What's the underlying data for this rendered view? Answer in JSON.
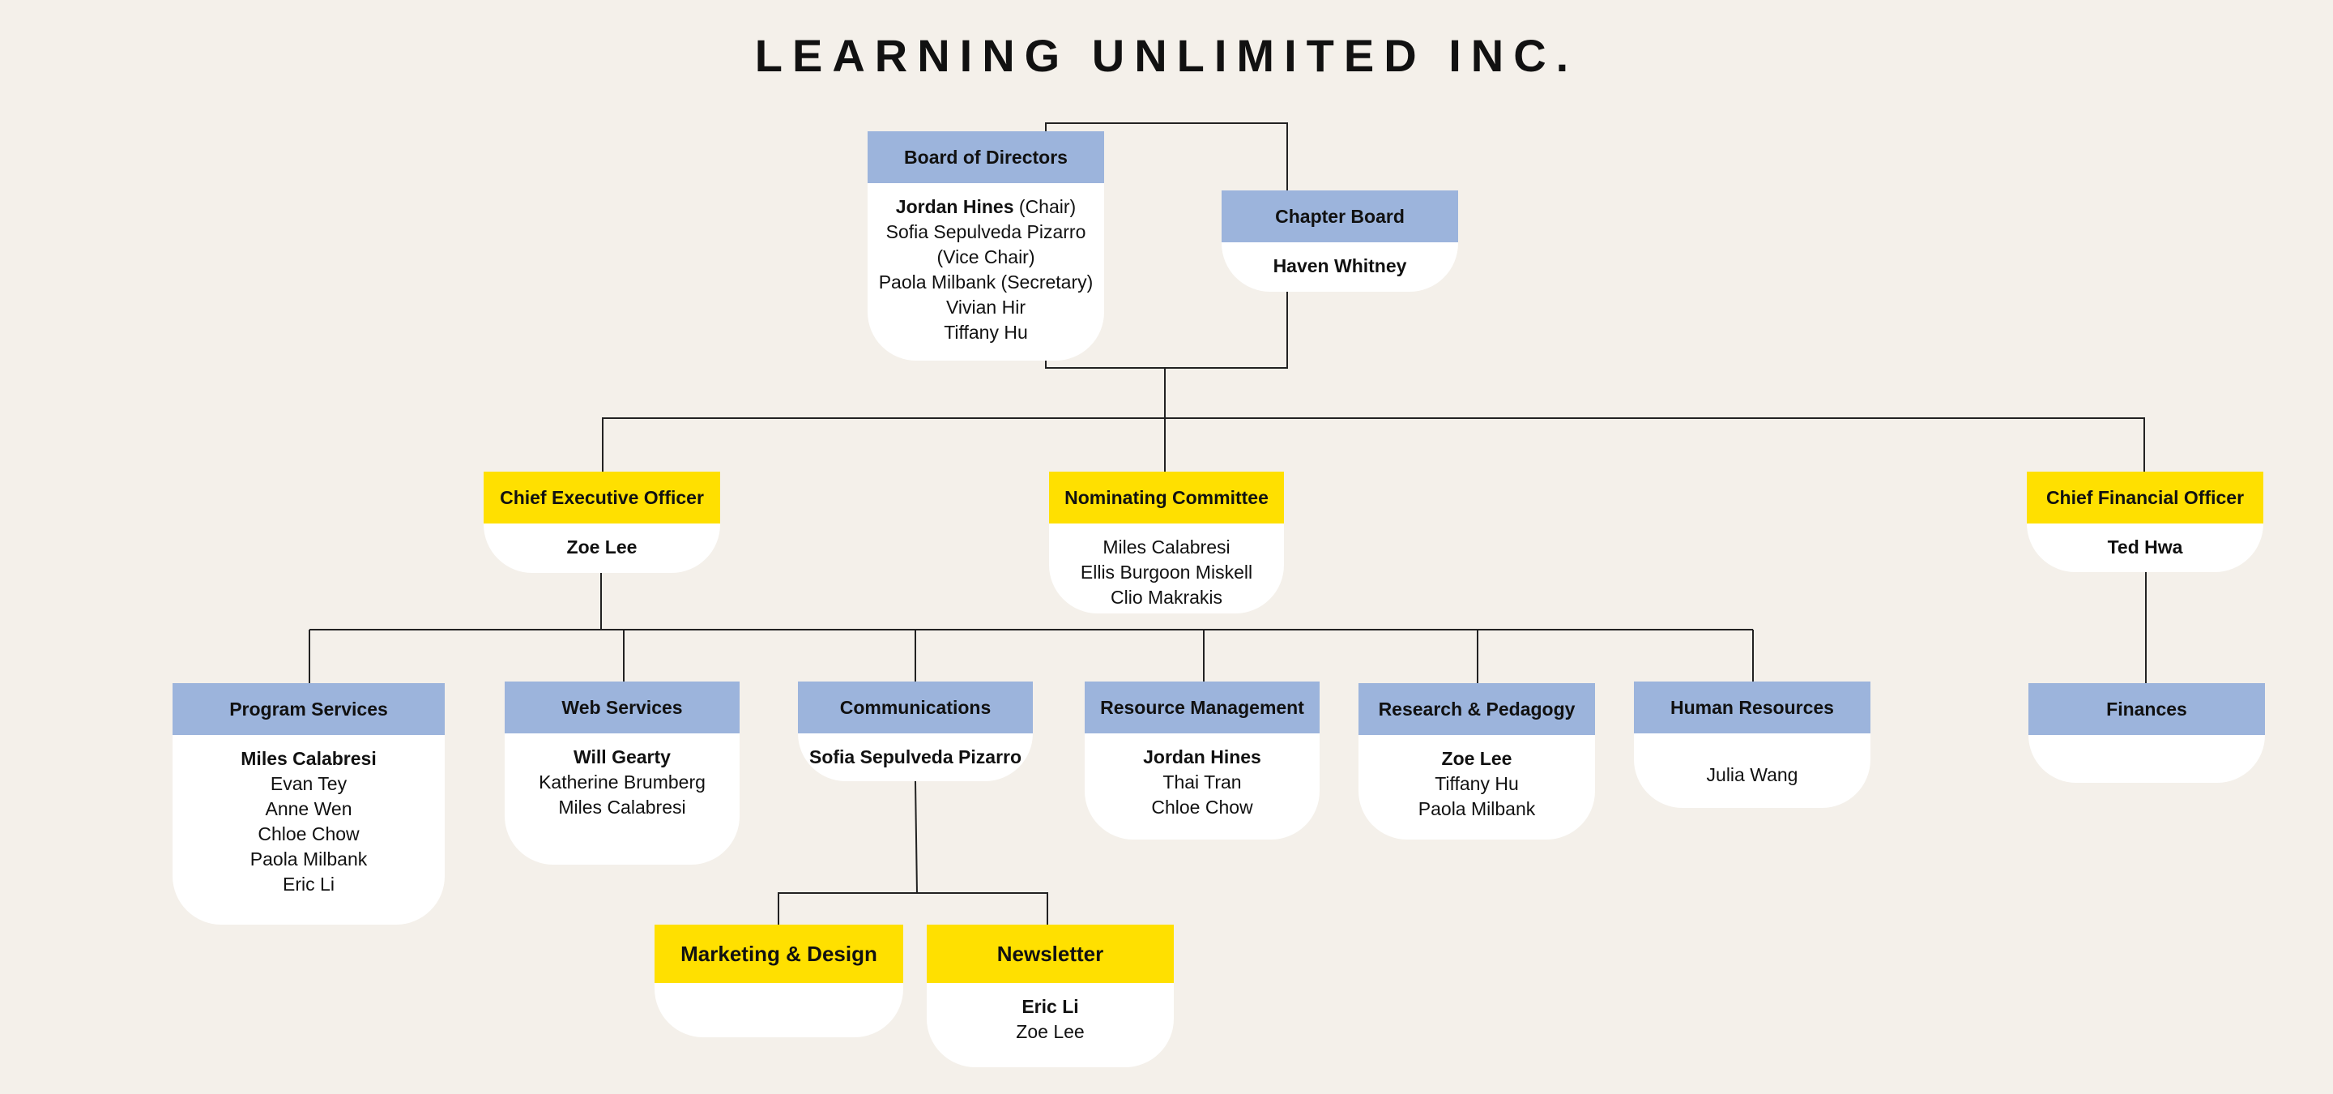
{
  "title": "LEARNING UNLIMITED INC.",
  "colors": {
    "background": "#f4f0ea",
    "blue": "#9cb4dc",
    "yellow": "#ffe000"
  },
  "board": {
    "title": "Board of Directors",
    "chair_name": "Jordan Hines",
    "chair_note": "(Chair)",
    "members": [
      "Sofia Sepulveda Pizarro (Vice Chair)",
      "Paola Milbank (Secretary)",
      "Vivian Hir",
      "Tiffany Hu"
    ]
  },
  "chapter": {
    "title": "Chapter Board",
    "lead": "Haven Whitney"
  },
  "ceo": {
    "title": "Chief Executive Officer",
    "lead": "Zoe Lee"
  },
  "nominating": {
    "title": "Nominating Committee",
    "members": [
      "Miles Calabresi",
      "Ellis Burgoon Miskell",
      "Clio Makrakis"
    ]
  },
  "cfo": {
    "title": "Chief Financial Officer",
    "lead": "Ted Hwa"
  },
  "program": {
    "title": "Program Services",
    "lead": "Miles Calabresi",
    "members": [
      "Evan Tey",
      "Anne Wen",
      "Chloe Chow",
      "Paola Milbank",
      "Eric Li"
    ]
  },
  "web": {
    "title": "Web Services",
    "lead": "Will Gearty",
    "members": [
      "Katherine Brumberg",
      "Miles Calabresi"
    ]
  },
  "comms": {
    "title": "Communications",
    "lead": "Sofia Sepulveda Pizarro"
  },
  "resource": {
    "title": "Resource Management",
    "lead": "Jordan Hines",
    "members": [
      "Thai Tran",
      "Chloe Chow"
    ]
  },
  "research": {
    "title": "Research & Pedagogy",
    "lead": "Zoe Lee",
    "members": [
      "Tiffany Hu",
      "Paola Milbank"
    ]
  },
  "hr": {
    "title": "Human Resources",
    "members": [
      "Julia Wang"
    ]
  },
  "finances": {
    "title": "Finances"
  },
  "marketing": {
    "title": "Marketing & Design"
  },
  "newsletter": {
    "title": "Newsletter",
    "lead": "Eric Li",
    "members": [
      "Zoe Lee"
    ]
  }
}
